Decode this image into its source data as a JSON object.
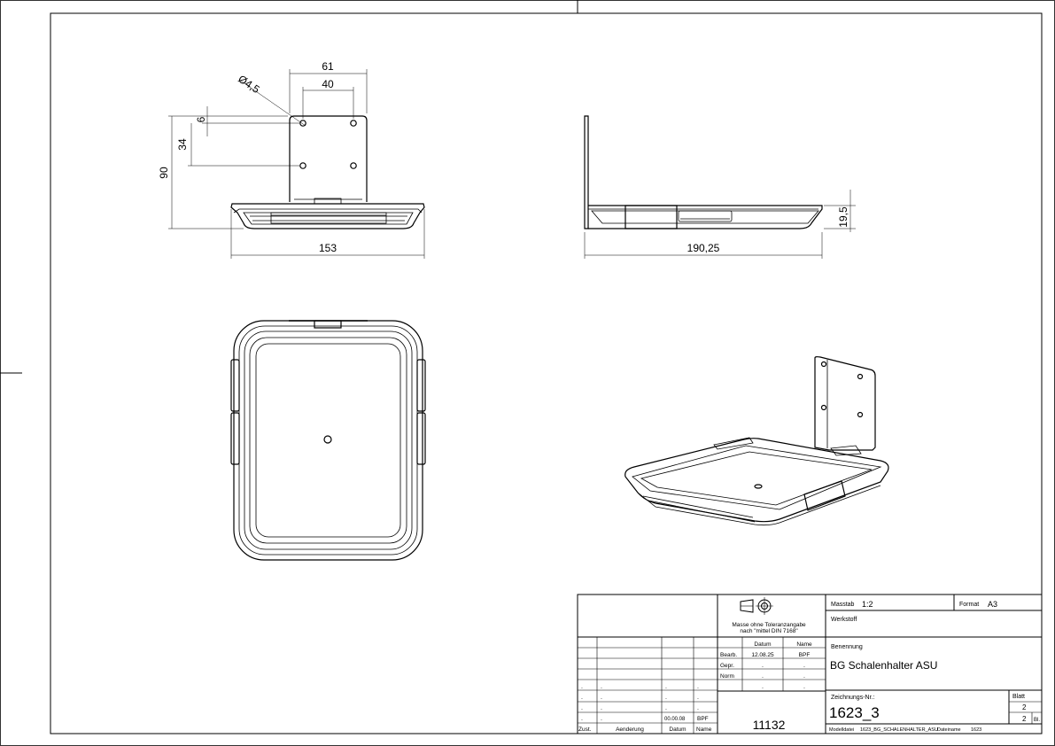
{
  "dimensions": {
    "d61": "61",
    "d40": "40",
    "d_hole": "Ø4,5",
    "d6": "6",
    "d34": "34",
    "d90": "90",
    "d153": "153",
    "d190": "190,25",
    "d19": "19,5"
  },
  "title_block": {
    "massstab_label": "Masstab",
    "massstab_value": "1:2",
    "format_label": "Format",
    "format_value": "A3",
    "werkstoff_label": "Werkstoff",
    "tolerance_line1": "Masse ohne Toleranzangabe",
    "tolerance_line2": "nach \"mittel DIN 7168\"",
    "datum_header": "Datum",
    "name_header": "Name",
    "bearb_label": "Bearb.",
    "bearb_date": "12.08.25",
    "bearb_name": "BPF",
    "gepr_label": "Gepr.",
    "norm_label": "Norm",
    "dot": ".",
    "benennung_label": "Benennung",
    "benennung_value": "BG Schalenhalter ASU",
    "zeichnung_label": "Zeichnungs-Nr.:",
    "zeichnung_value": "1623_3",
    "blatt_label": "Blatt",
    "blatt_value": "2",
    "blatt_total": "2",
    "blatt_suffix": "Bl.",
    "rev_date": "00.00.08",
    "rev_name": "BPF",
    "zust_label": "Zust.",
    "aenderung_label": "Aenderung",
    "datum_label": "Datum",
    "name_label": "Name",
    "center_number": "11132",
    "modelldatei_label": "Modelldatei",
    "modelldatei_value": "1623_BG_SCHALENHALTER_ASU",
    "dateiname_label": "Dateiname",
    "dateiname_value": "1623"
  }
}
